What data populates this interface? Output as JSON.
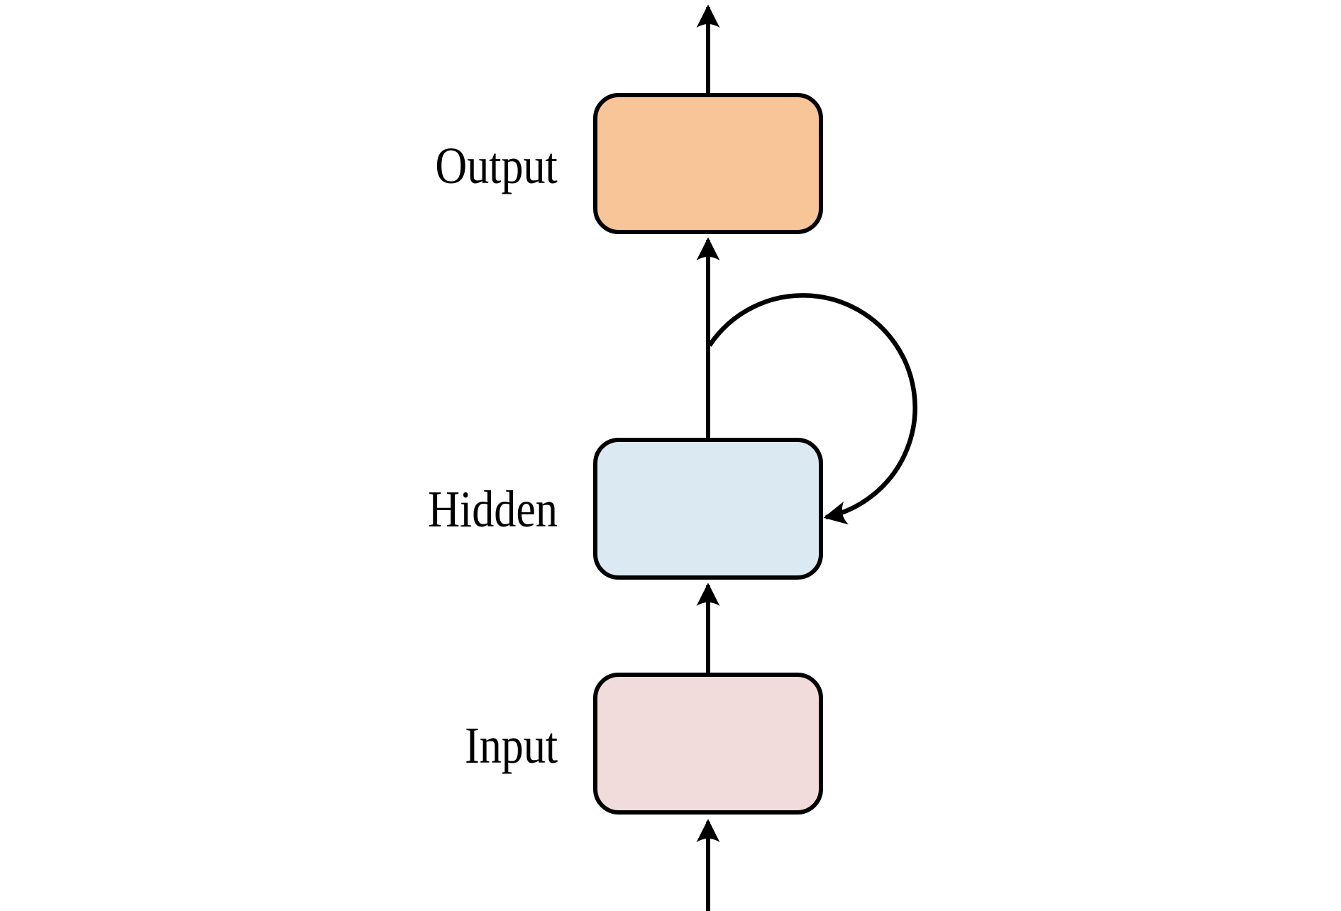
{
  "diagram": {
    "background_color": "#FFFFFF",
    "stroke_color": "#000000",
    "nodes": [
      {
        "id": "output",
        "label": "Output",
        "fill": "#F8C599"
      },
      {
        "id": "hidden",
        "label": "Hidden",
        "fill": "#DBEAF2"
      },
      {
        "id": "input",
        "label": "Input",
        "fill": "#F2DCDB"
      }
    ],
    "edges": [
      {
        "id": "arrow-into-input",
        "from": "below",
        "to": "input",
        "shape": "straight-up-arrow"
      },
      {
        "id": "arrow-input-to-hidden",
        "from": "input",
        "to": "hidden",
        "shape": "straight-up-arrow"
      },
      {
        "id": "arrow-hidden-to-output",
        "from": "hidden",
        "to": "output",
        "shape": "straight-up-arrow"
      },
      {
        "id": "arrow-out-of-output",
        "from": "output",
        "to": "above",
        "shape": "straight-up-arrow"
      },
      {
        "id": "recurrent-loop",
        "from": "hidden",
        "to": "hidden",
        "shape": "clockwise-loop-arrow"
      }
    ]
  }
}
